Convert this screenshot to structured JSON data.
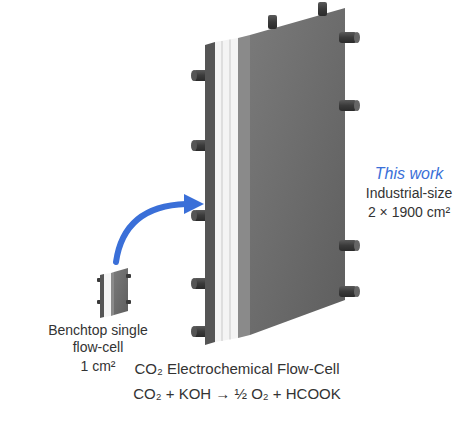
{
  "diagram": {
    "caption": "CO₂ Electrochemical Flow-Cell",
    "labels": [
      "Benchtop single flow-cell",
      "1 cm²",
      "This work",
      "Industrial-size",
      "2 × 1900 cm²",
      "CO₂ + KOH → ½ O₂ + HCOOK"
    ]
  }
}
